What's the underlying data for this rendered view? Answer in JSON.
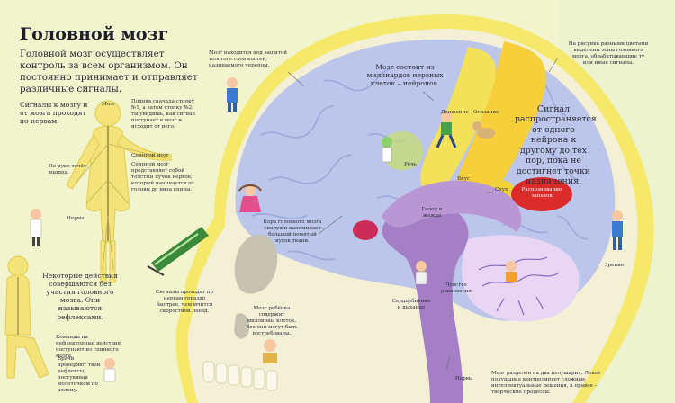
{
  "title": "Головной мозг",
  "intro": "Головной мозг осуществляет контроль за всем организмом. Он постоянно принимает и отправляет различные сигналы.",
  "labels": {
    "signals_to_brain": "Сигналы к мозгу и от мозга проходят по нервам.",
    "brain_label": "Мозг",
    "spine_caption": "Подняв сначала стопку №1, а затем стопку №2, ты увидишь, как сигнал поступает в мозг и исходит от него.",
    "hand_caption": "По руке течёт мышца.",
    "spinal_cord": "Спинной мозг",
    "spinal_cord_desc": "Спинной мозг представляет собой толстый пучок нервов, который начинается от головы до низа спины.",
    "nerves": "Нервы",
    "skull_caption": "Мозг находится под защитой толстого слоя костей, называемого черепом.",
    "neurons": "Мозг состоит из миллиардов нервных клеток – нейронов.",
    "movement": "Движение",
    "touch": "Осязание",
    "speech": "Речь",
    "taste": "Вкус",
    "hearing": "Слух",
    "signal_travel": "Сигнал распространяется от одного нейрона к другому до тех пор, пока не достигнет точки назначения.",
    "right_caption": "На рисунке разными цветами выделены зоны головного мозга, обрабатывающие ту или иные сигналы.",
    "cortex": "Кора головного мозга снаружи напоминает большой помятый кусок ткани.",
    "smell": "Распознавание запахов",
    "hunger": "Голод и жажда",
    "vision": "Зрение",
    "reflex_intro": "Некоторые действия совершаются без участия головного мозга. Они называются рефлексами.",
    "signals_nerves": "Сигналы проходят по нервам гораздо быстрее, чем мчится скоростной поезд.",
    "baby_brain": "Мозг ребёнка содержит миллионы клеток. Все они могут быть востребованы.",
    "feeling": "Чувство равновесия",
    "heartbeat": "Сердцебиение и дыхание",
    "reflex_commands": "Команды на рефлекторные действия поступают из спинного мозга.",
    "doctor": "Врачи проверяют твои рефлексы, постукивая молоточком по колену.",
    "nerves_bottom": "Нервы",
    "halves": "Мозг разделён на два полушария. Левое полушарие контролирует сложные интеллектуальные решения, а правое – творческие процессы."
  },
  "colors": {
    "background": "#f1f4cc",
    "skull": "#f3f0d6",
    "skull_outline": "#e8e24a",
    "brain": "#bcc6ea",
    "brain_stem": "#a57fc6",
    "cerebellum": "#e8d6f4",
    "motor_band": "#f6cf3a",
    "sensory_band": "#f4e15a",
    "smell_area": "#dc2b2b",
    "hunger_area": "#cc2b57",
    "figure": "#f3e37a"
  },
  "icons": [
    "child-figure-icon",
    "train-icon",
    "doctor-figure-icon",
    "jelly-figure-icon"
  ]
}
